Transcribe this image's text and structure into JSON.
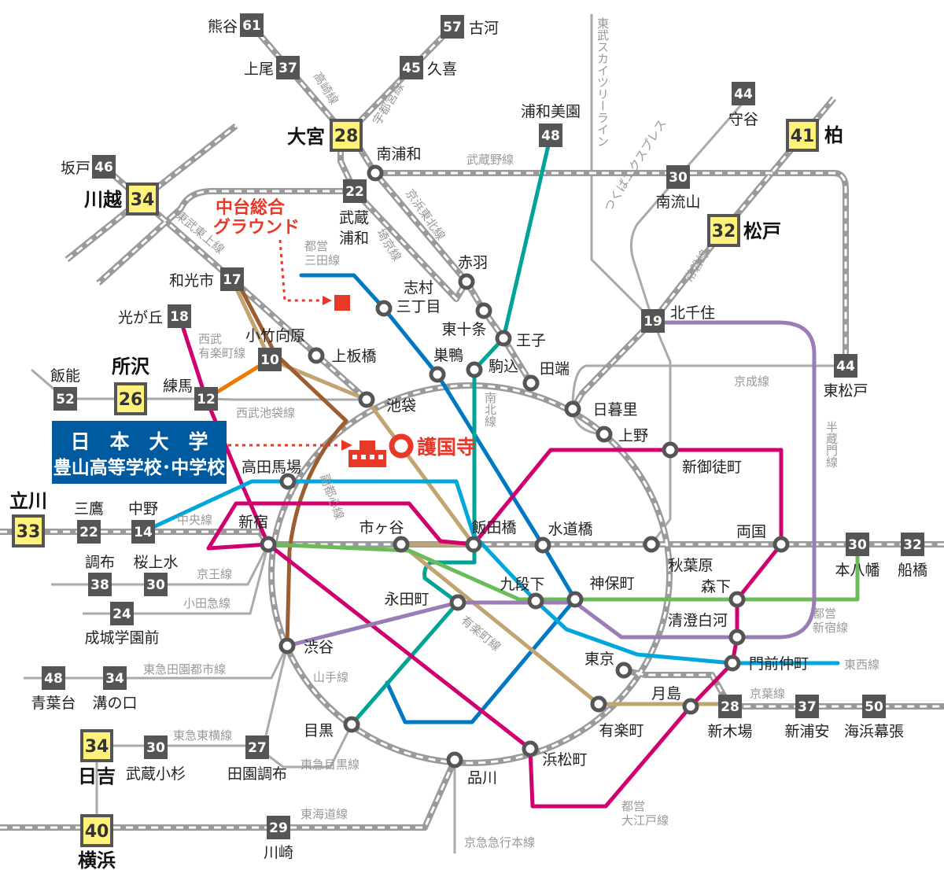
{
  "colors": {
    "jr_gray": "#9a9a9a",
    "mita": "#0079c2",
    "namboku": "#00a497",
    "yurakucho": "#c1a470",
    "fukutoshin": "#9c5e31",
    "oedo": "#d0006f",
    "tozai": "#00a7db",
    "shinjuku": "#6cbb5a",
    "hanzomon": "#9b7cb6",
    "seibu_yurakucho": "#ee7b00",
    "highlight": "#e83828",
    "school_box": "#005aa0",
    "major_badge": "#fff27a"
  },
  "school": {
    "name_line1": "日　本　大　学",
    "name_line2": "豊山高等学校･中学校",
    "icon": "school-building-icon"
  },
  "nearest_station": "護国寺",
  "ground": {
    "line1": "中台総合",
    "line2": "グラウンド"
  },
  "badges": [
    {
      "name": "熊谷",
      "minutes": "61",
      "major": false
    },
    {
      "name": "上尾",
      "minutes": "37",
      "major": false
    },
    {
      "name": "古河",
      "minutes": "57",
      "major": false
    },
    {
      "name": "久喜",
      "minutes": "45",
      "major": false
    },
    {
      "name": "大宮",
      "minutes": "28",
      "major": true
    },
    {
      "name": "浦和美園",
      "minutes": "48",
      "major": false
    },
    {
      "name": "守谷",
      "minutes": "44",
      "major": false
    },
    {
      "name": "柏",
      "minutes": "41",
      "major": true
    },
    {
      "name": "坂戸",
      "minutes": "46",
      "major": false
    },
    {
      "name": "川越",
      "minutes": "34",
      "major": true
    },
    {
      "name": "武蔵\n浦和",
      "minutes": "22",
      "major": false
    },
    {
      "name": "南流山",
      "minutes": "30",
      "major": false
    },
    {
      "name": "松戸",
      "minutes": "32",
      "major": true
    },
    {
      "name": "和光市",
      "minutes": "17",
      "major": false
    },
    {
      "name": "光が丘",
      "minutes": "18",
      "major": false
    },
    {
      "name": "北千住",
      "minutes": "19",
      "major": false
    },
    {
      "name": "小竹向原",
      "minutes": "10",
      "major": false
    },
    {
      "name": "飯能",
      "minutes": "52",
      "major": false
    },
    {
      "name": "所沢",
      "minutes": "26",
      "major": true
    },
    {
      "name": "練馬",
      "minutes": "12",
      "major": false
    },
    {
      "name": "東松戸",
      "minutes": "44",
      "major": false
    },
    {
      "name": "立川",
      "minutes": "33",
      "major": true
    },
    {
      "name": "三鷹",
      "minutes": "22",
      "major": false
    },
    {
      "name": "中野",
      "minutes": "14",
      "major": false
    },
    {
      "name": "本八幡",
      "minutes": "30",
      "major": false
    },
    {
      "name": "船橋",
      "minutes": "32",
      "major": false
    },
    {
      "name": "調布",
      "minutes": "38",
      "major": false
    },
    {
      "name": "桜上水",
      "minutes": "30",
      "major": false
    },
    {
      "name": "成城学園前",
      "minutes": "24",
      "major": false
    },
    {
      "name": "青葉台",
      "minutes": "48",
      "major": false
    },
    {
      "name": "溝の口",
      "minutes": "34",
      "major": false
    },
    {
      "name": "新木場",
      "minutes": "28",
      "major": false
    },
    {
      "name": "新浦安",
      "minutes": "37",
      "major": false
    },
    {
      "name": "海浜幕張",
      "minutes": "50",
      "major": false
    },
    {
      "name": "日吉",
      "minutes": "34",
      "major": true
    },
    {
      "name": "武蔵小杉",
      "minutes": "30",
      "major": false
    },
    {
      "name": "田園調布",
      "minutes": "27",
      "major": false
    },
    {
      "name": "横浜",
      "minutes": "40",
      "major": true
    },
    {
      "name": "川崎",
      "minutes": "29",
      "major": false
    }
  ],
  "stations": [
    "南浦和",
    "赤羽",
    "志村\n三丁目",
    "東十条",
    "王子",
    "上板橋",
    "巣鴨",
    "駒込",
    "田端",
    "池袋",
    "日暮里",
    "上野",
    "新御徒町",
    "高田馬場",
    "飯田橋",
    "水道橋",
    "市ヶ谷",
    "新宿",
    "秋葉原",
    "両国",
    "九段下",
    "神保町",
    "森下",
    "永田町",
    "清澄白河",
    "門前仲町",
    "渋谷",
    "東京",
    "有楽町",
    "月島",
    "目黒",
    "浜松町",
    "品川"
  ],
  "line_labels": [
    "高崎線",
    "宇都宮線",
    "武蔵野線",
    "京浜東北線",
    "埼京線",
    "東武スカイツリーライン",
    "つくばエクスプレス",
    "常磐線",
    "東武東上線",
    "西武\n有楽町線",
    "西武池袋線",
    "中央線",
    "京王線",
    "小田急線",
    "東急田園都市線",
    "山手線",
    "東急東横線",
    "東急目黒線",
    "東海道線",
    "京急急行本線",
    "京葉線",
    "東西線",
    "都営\n新宿線",
    "都営\n大江戸線",
    "有楽町線",
    "副都心線",
    "南北線",
    "半蔵門線",
    "京成線",
    "都営\n三田線"
  ]
}
